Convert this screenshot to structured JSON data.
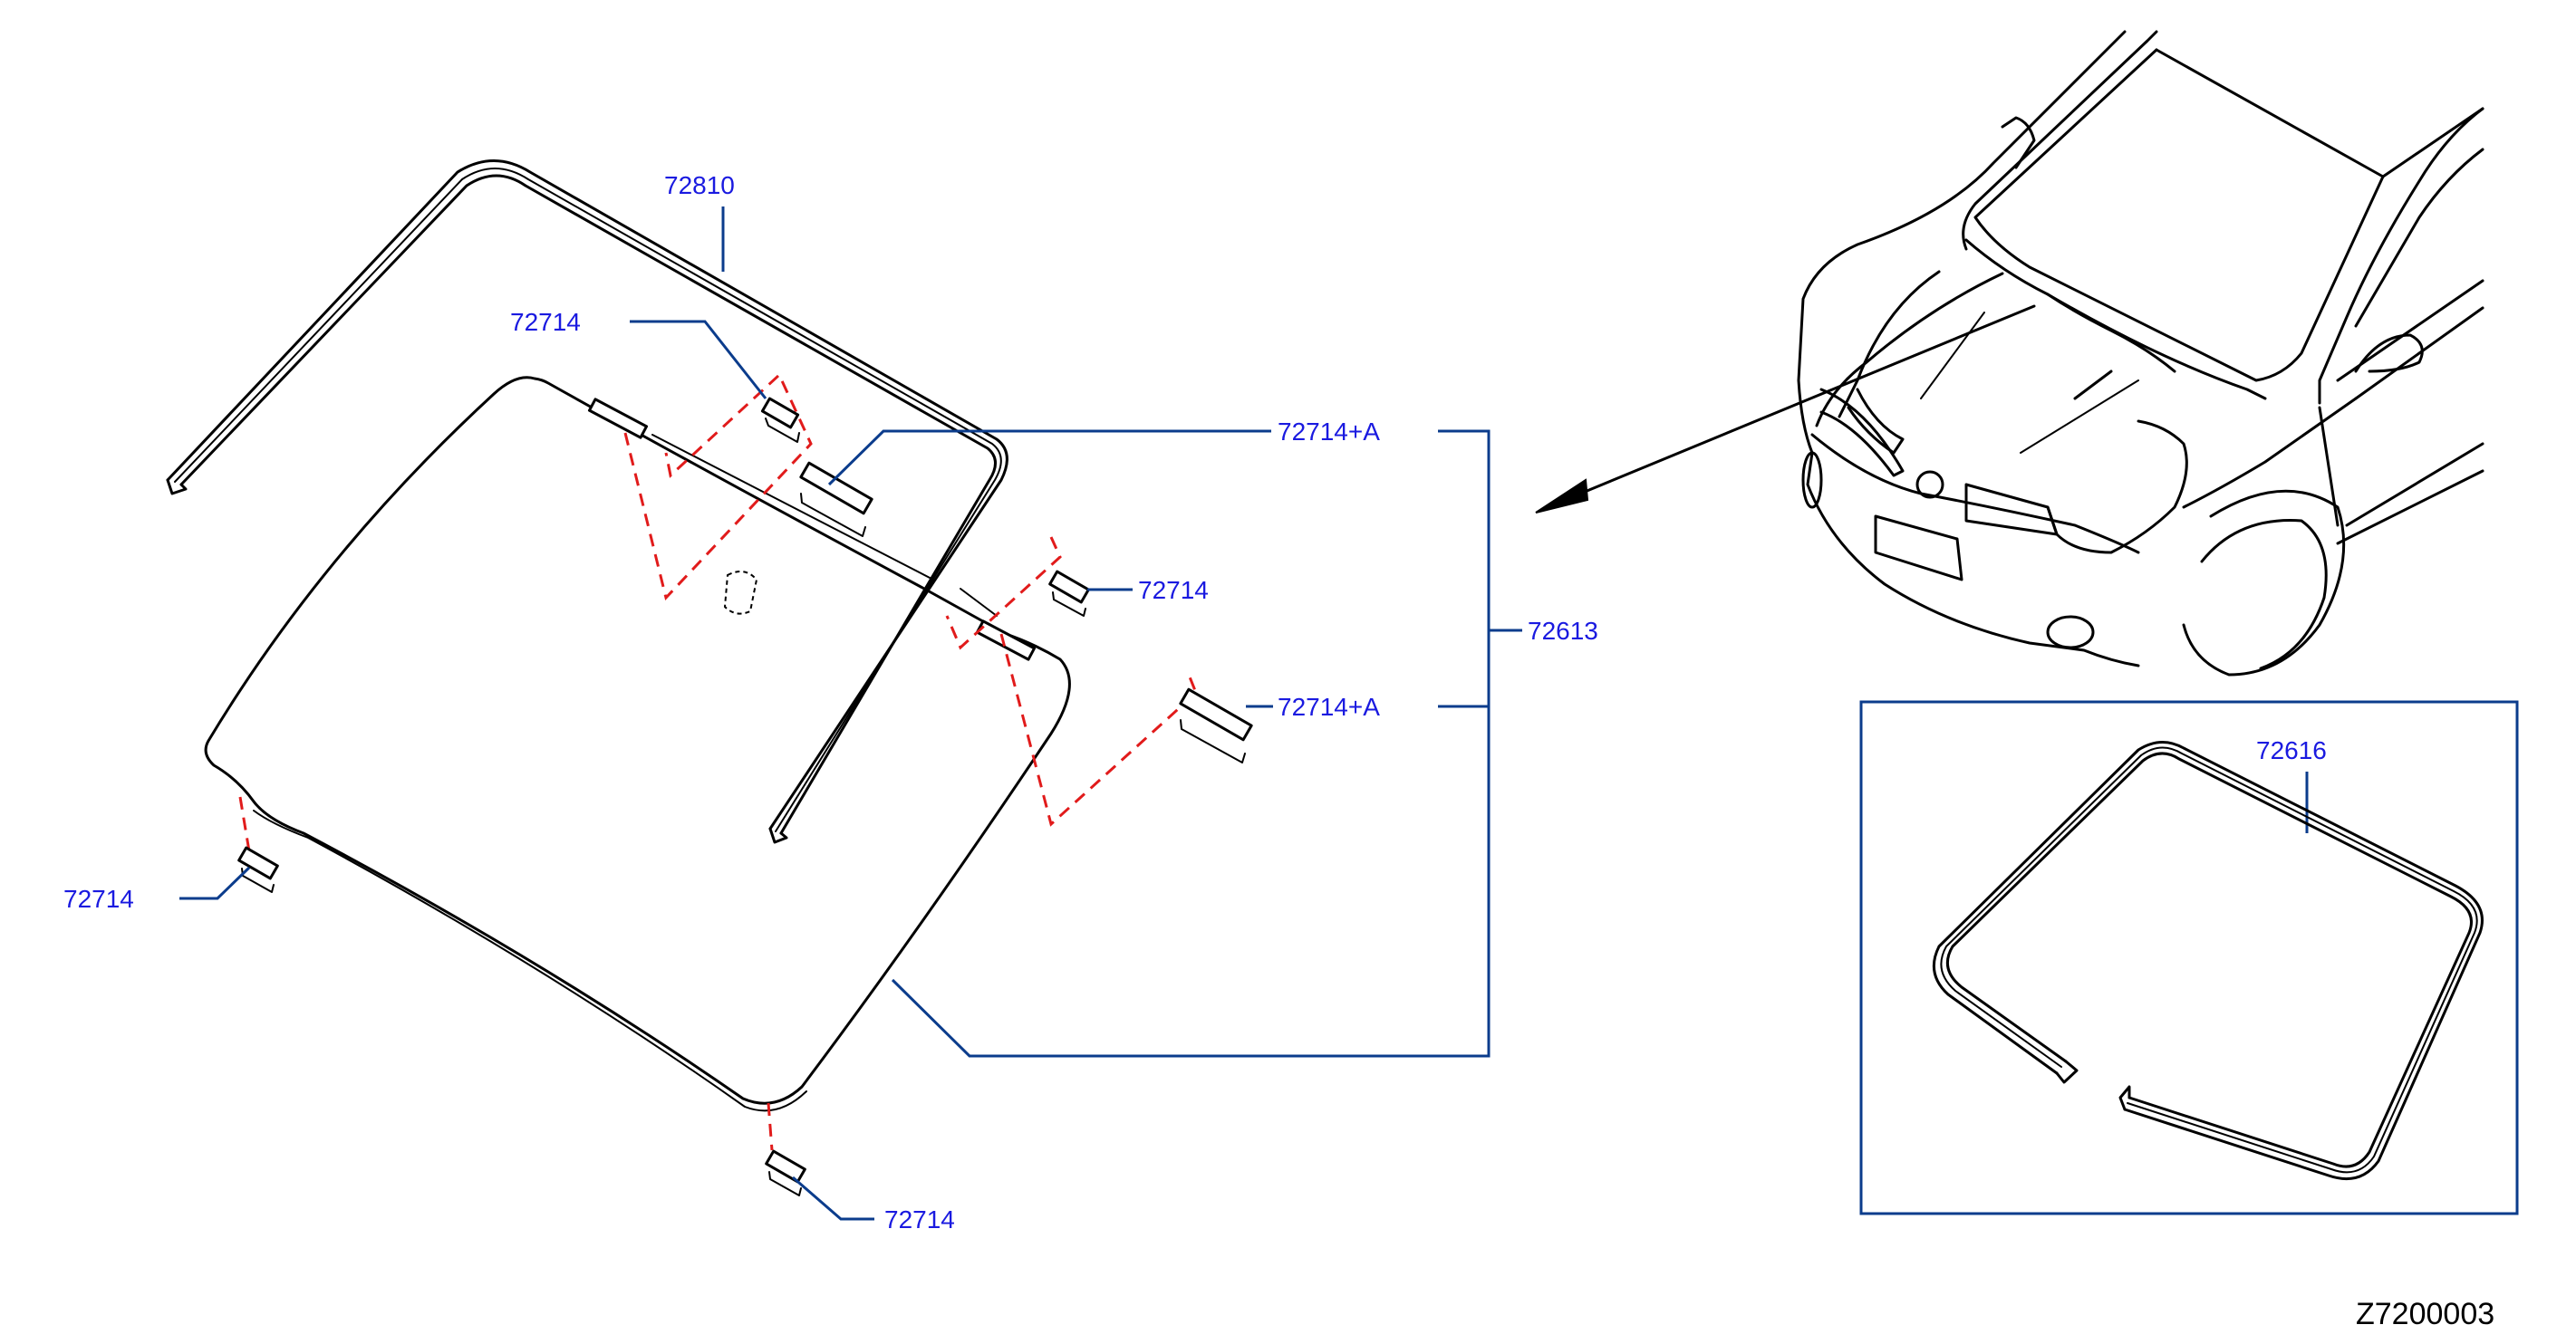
{
  "colors": {
    "line": "#000000",
    "leader": "#0b3c8c",
    "part_number_text": "#1a1ae0",
    "dashed_guide": "#e11b1b",
    "background": "#ffffff"
  },
  "parts": {
    "moulding_top": "72810",
    "clip_top_left": "72714",
    "clip_top_right_a": "72714+A",
    "clip_right": "72714",
    "windshield_glass": "72613",
    "clip_right_lower_a": "72714+A",
    "clip_left_lower": "72714",
    "clip_bottom": "72714",
    "dam_rubber": "72616"
  },
  "diagram_code": "Z7200003"
}
